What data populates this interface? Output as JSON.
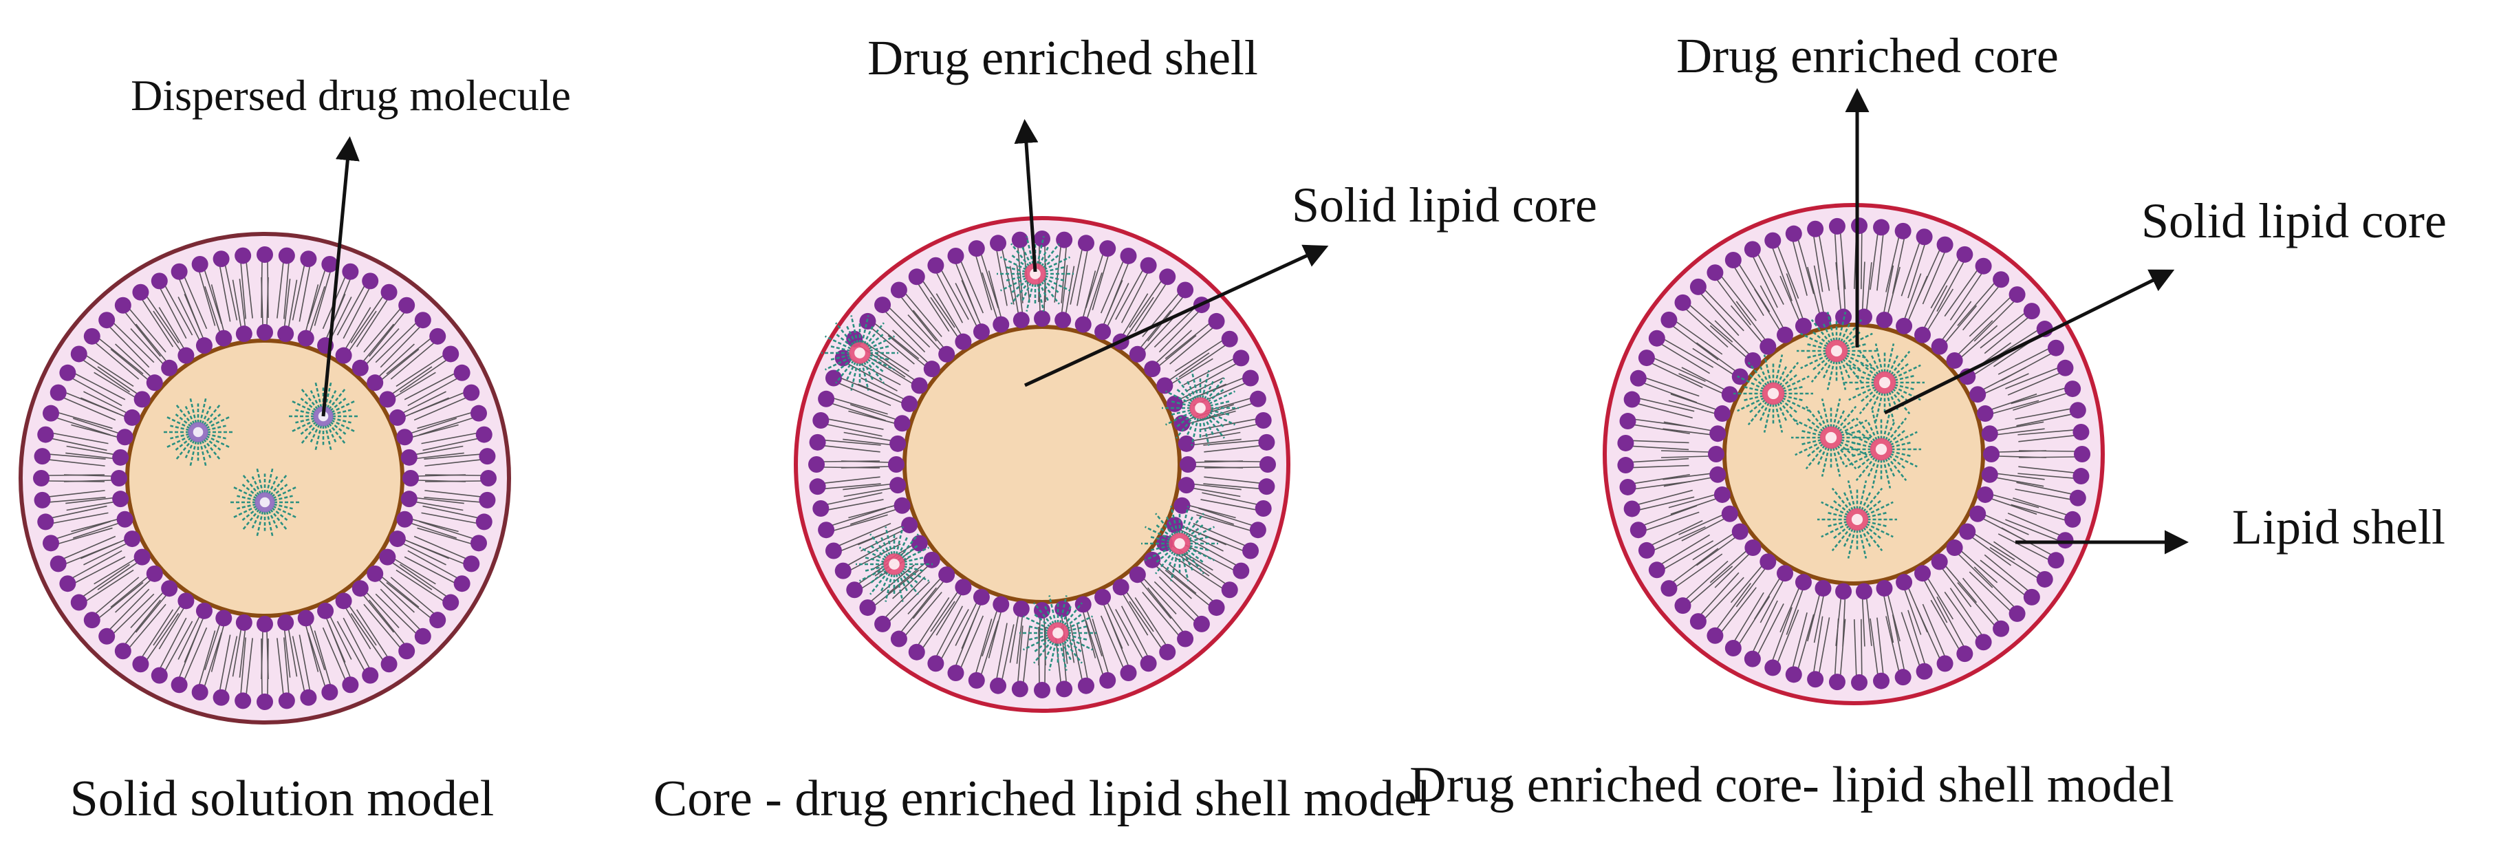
{
  "colors": {
    "outer_membrane_fill": "#f6e1f1",
    "outer_membrane_stroke_left": "#7a2a35",
    "outer_membrane_stroke_other": "#c21e3a",
    "head_group": "#7b2b95",
    "lipid_tail": "#3a3a3a",
    "core_fill": "#f5d8b4",
    "core_stroke": "#8a4b12",
    "drug_tendril": "#2a8f80",
    "drug_center": "#e4507a",
    "drug_center_plain": "#8e6bc4",
    "arrow": "#111111"
  },
  "models": [
    {
      "name": "solid-solution",
      "title": "Solid solution model",
      "labels": [
        {
          "key": "dispersed",
          "text": "Dispersed drug molecule"
        }
      ]
    },
    {
      "name": "drug-enriched-shell",
      "title": "Core - drug enriched lipid shell model",
      "labels": [
        {
          "key": "shell",
          "text": "Drug enriched shell"
        },
        {
          "key": "core",
          "text": "Solid lipid core"
        }
      ]
    },
    {
      "name": "drug-enriched-core",
      "title": "Drug enriched core- lipid shell model",
      "labels": [
        {
          "key": "enriched_core",
          "text": "Drug enriched core"
        },
        {
          "key": "core",
          "text": "Solid lipid core"
        },
        {
          "key": "shell",
          "text": "Lipid shell"
        }
      ]
    }
  ]
}
